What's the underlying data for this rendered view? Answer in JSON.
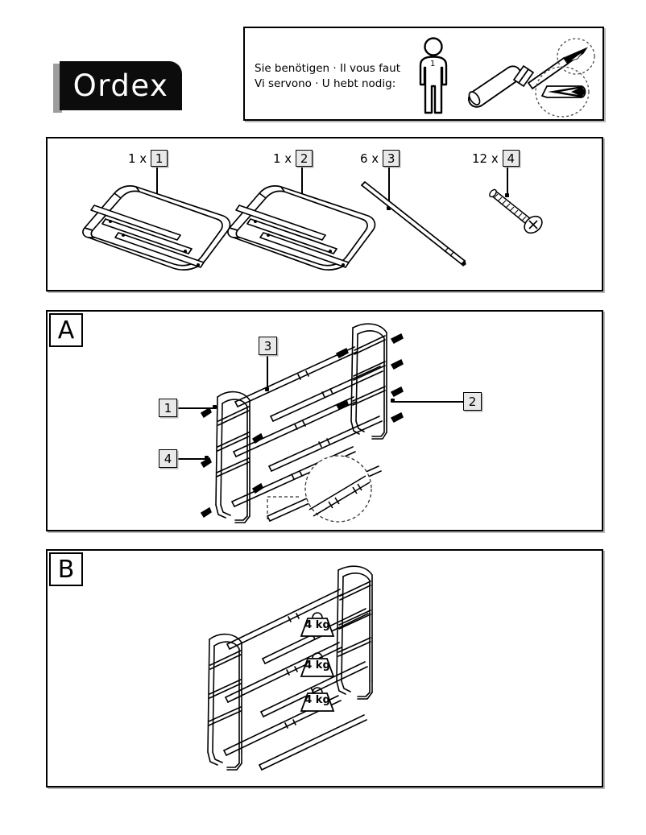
{
  "brand": {
    "name": "Ordex"
  },
  "requirements": {
    "line1": "Sie benötigen · Il vous faut",
    "line2": "Vi servono · U hebt nodig:",
    "person_count": "1",
    "person_icon": "person-pictogram-icon",
    "tool_icon": "phillips-screwdriver-icon"
  },
  "parts": [
    {
      "qty": "1 x",
      "id": "1",
      "icon": "side-frame-panel-left"
    },
    {
      "qty": "1 x",
      "id": "2",
      "icon": "side-frame-panel-right"
    },
    {
      "qty": "6 x",
      "id": "3",
      "icon": "tube-rod"
    },
    {
      "qty": "12 x",
      "id": "4",
      "icon": "phillips-screw"
    }
  ],
  "steps": [
    {
      "tag": "A",
      "callouts": [
        {
          "id": "1",
          "position": "left-upper"
        },
        {
          "id": "4",
          "position": "left-lower"
        },
        {
          "id": "3",
          "position": "top-center"
        },
        {
          "id": "2",
          "position": "right"
        }
      ],
      "detail_callout": "tube-joint-detail-circle"
    },
    {
      "tag": "B",
      "load_labels": [
        {
          "text": "4 kg",
          "shelf": "top"
        },
        {
          "text": "4 kg",
          "shelf": "middle"
        },
        {
          "text": "4 kg",
          "shelf": "bottom"
        }
      ]
    }
  ],
  "colors": {
    "logo_background": "#0c0c0c",
    "logo_accent_bar": "#9d9d9d",
    "logo_text": "#ffffff",
    "box_fill": "#e9e9e9",
    "line": "#000000",
    "shadow": "#b9b9b9"
  }
}
